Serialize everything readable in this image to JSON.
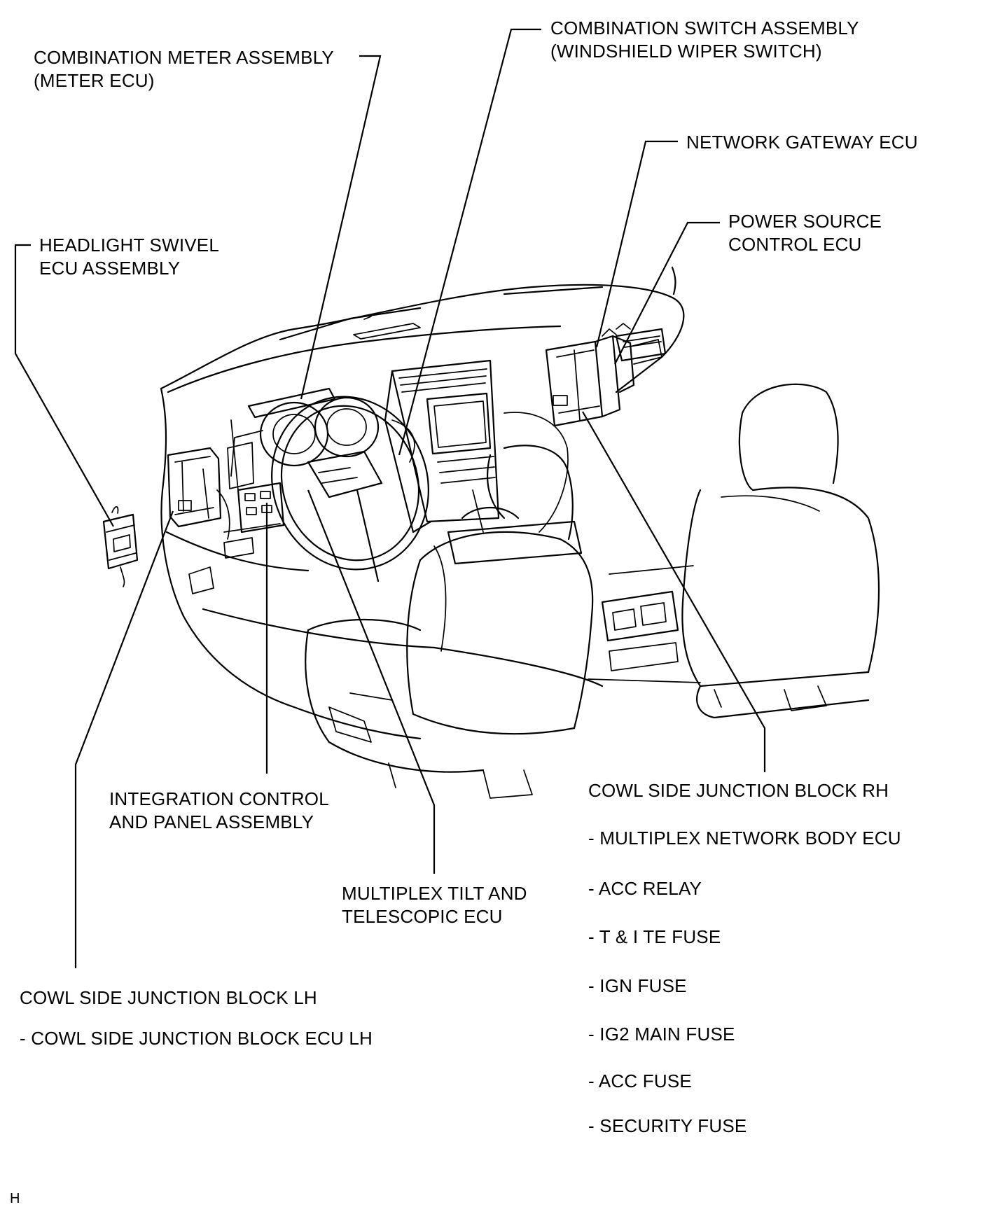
{
  "labels": {
    "combination_meter": [
      "COMBINATION METER ASSEMBLY",
      "(METER ECU)"
    ],
    "combination_switch": [
      "COMBINATION SWITCH ASSEMBLY",
      "(WINDSHIELD WIPER SWITCH)"
    ],
    "network_gateway": [
      "NETWORK GATEWAY ECU"
    ],
    "power_source": [
      "POWER SOURCE",
      "CONTROL ECU"
    ],
    "headlight_swivel": [
      "HEADLIGHT SWIVEL",
      "ECU ASSEMBLY"
    ],
    "integration_control": [
      "INTEGRATION CONTROL",
      "AND PANEL ASSEMBLY"
    ],
    "multiplex_tilt": [
      "MULTIPLEX TILT AND",
      "TELESCOPIC ECU"
    ],
    "cowl_rh_title": "COWL SIDE JUNCTION BLOCK RH",
    "cowl_rh_items": [
      "- MULTIPLEX NETWORK BODY ECU",
      "- ACC RELAY",
      "- T & I TE FUSE",
      "- IGN FUSE",
      "- IG2 MAIN FUSE",
      "- ACC FUSE",
      "- SECURITY FUSE"
    ],
    "cowl_lh_title": "COWL SIDE JUNCTION BLOCK LH",
    "cowl_lh_items": [
      "- COWL SIDE JUNCTION BLOCK ECU LH"
    ],
    "figure_code": "H"
  },
  "colors": {
    "line": "#000000",
    "background": "#ffffff"
  }
}
